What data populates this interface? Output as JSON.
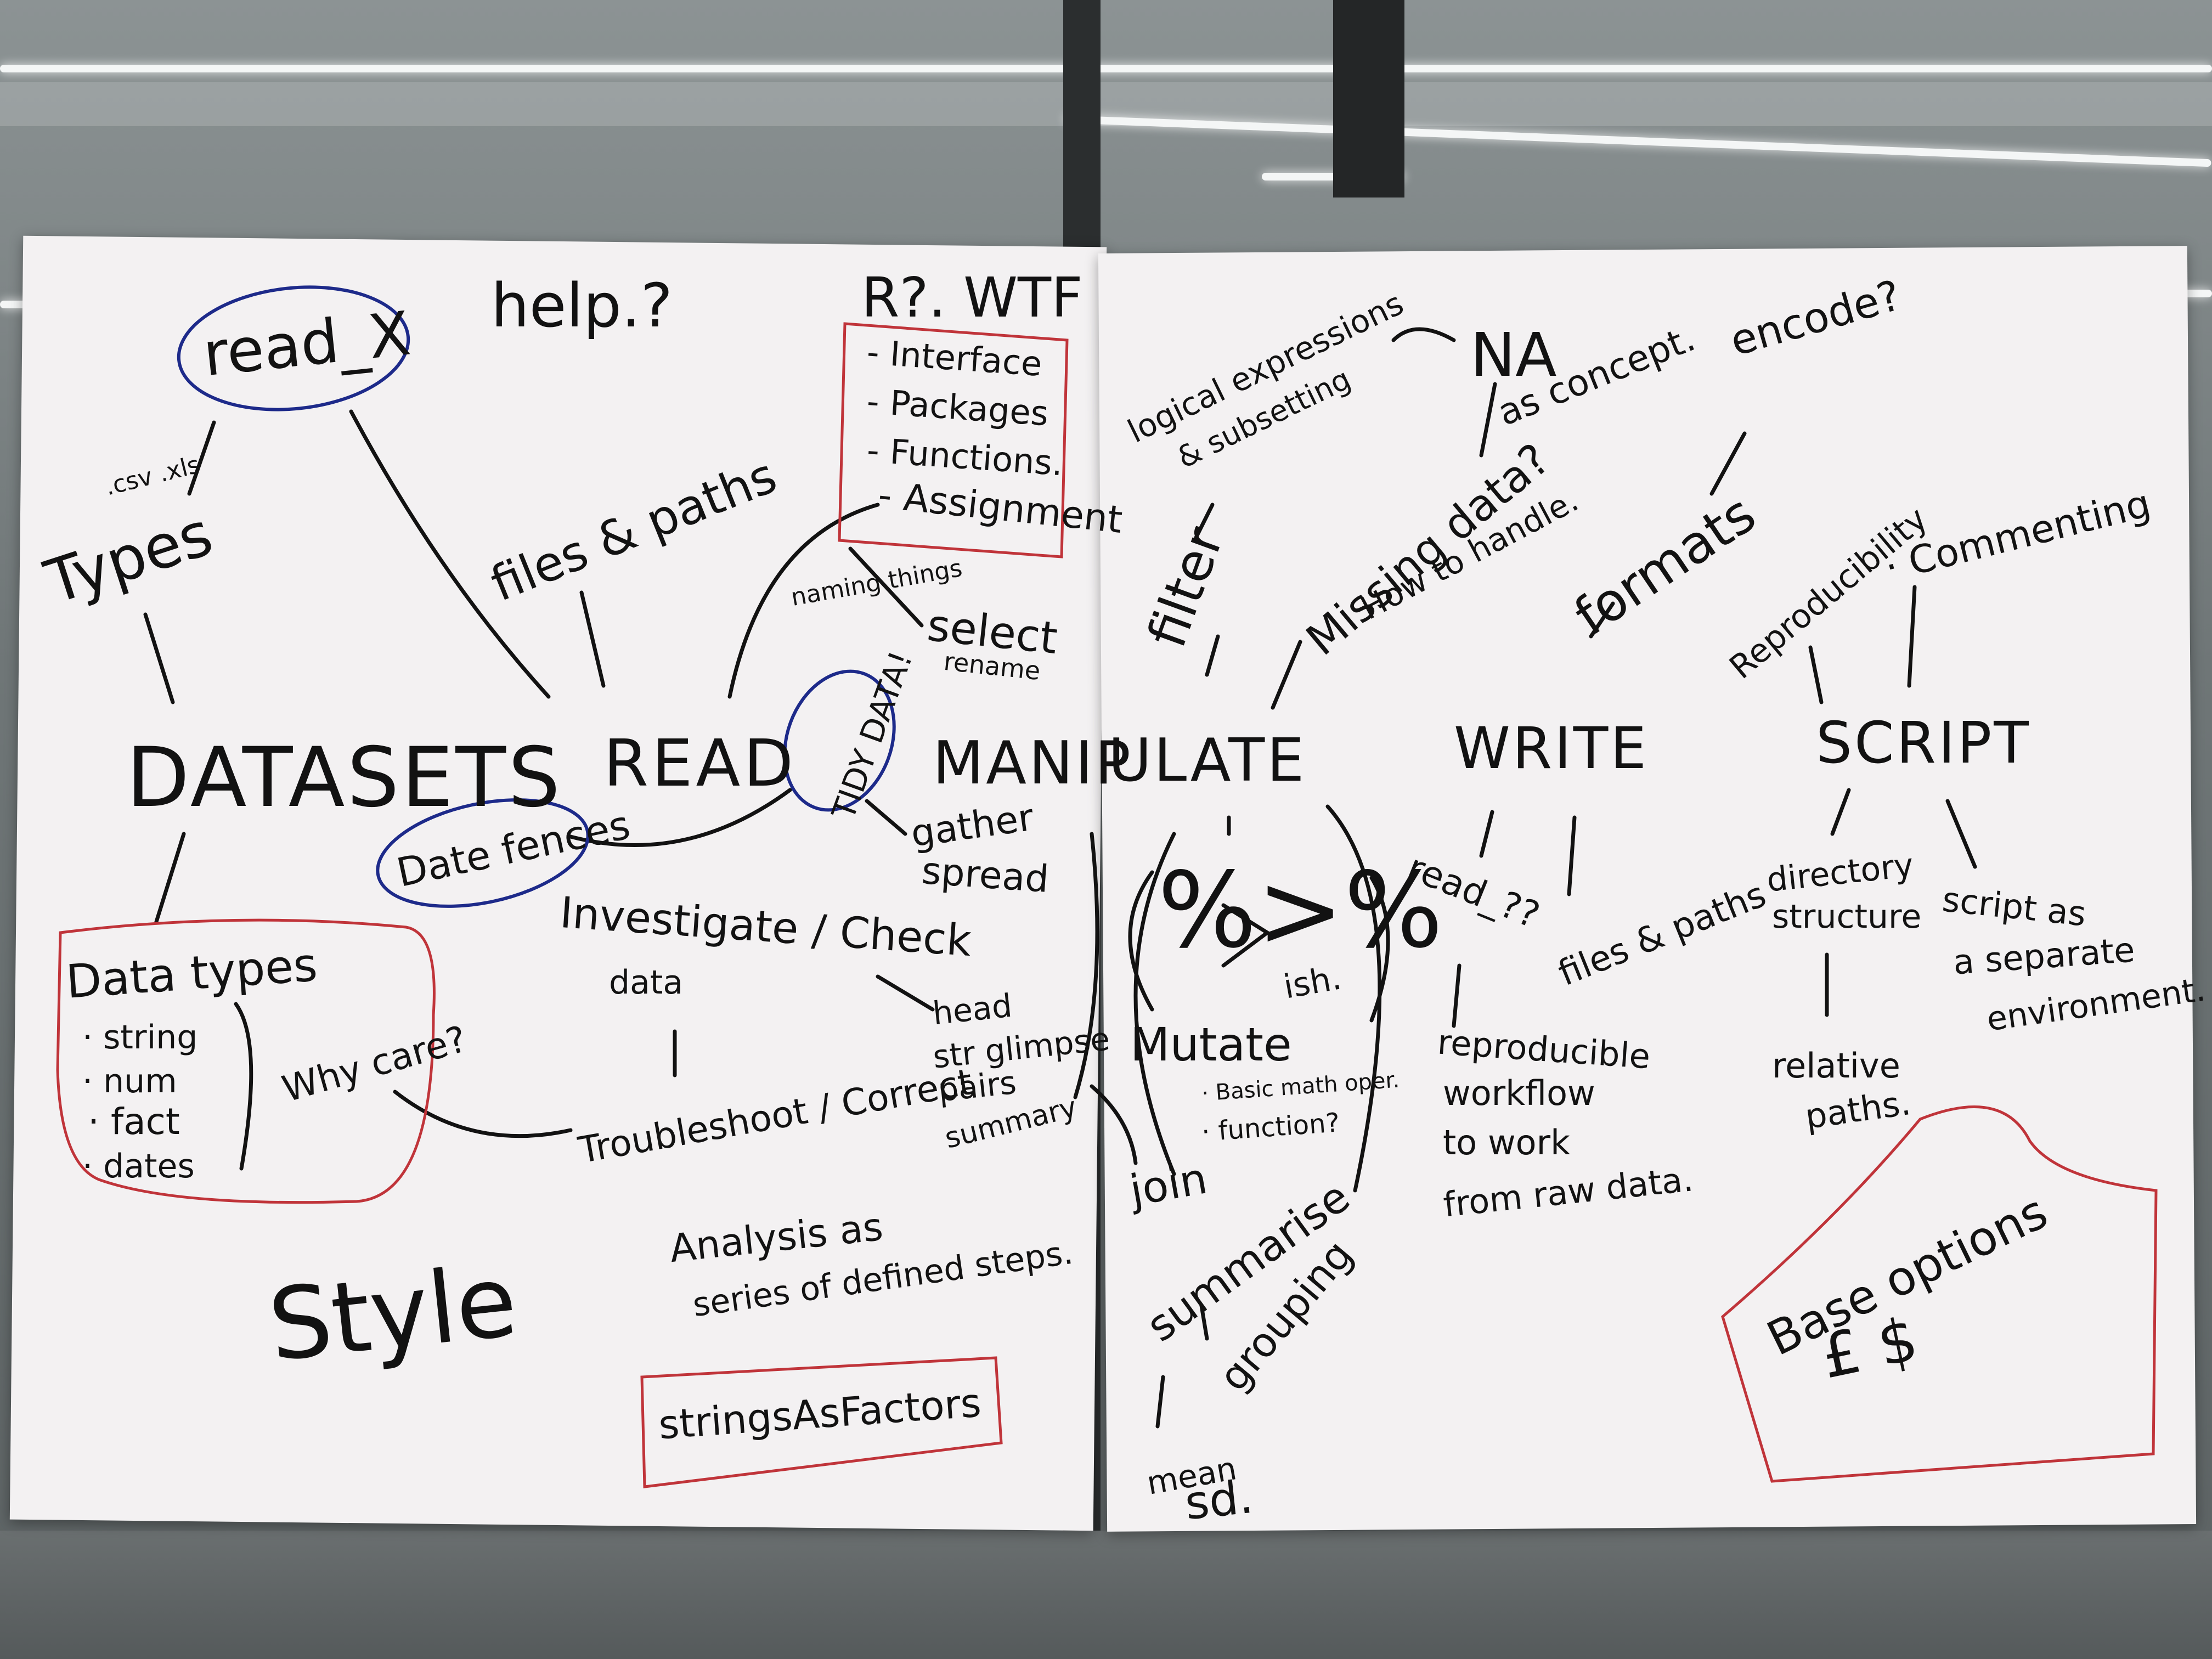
{
  "colors": {
    "ink": "#121212",
    "red_pen": "#c0343a",
    "blue_pen": "#1d2a8a",
    "paper": "#f3f1f2"
  },
  "left_sheet": {
    "read_x": "read_X",
    "help": "help.?",
    "r_wtf": "R?. WTF",
    "r_list": [
      "- Interface",
      "- Packages",
      "- Functions.",
      "- Assignment"
    ],
    "csv_xls": ".csv .xls",
    "types": "Types",
    "files_paths": "files & paths",
    "naming_things": "naming things",
    "select_rename": [
      "select",
      "rename"
    ],
    "datasets": "DATASETS",
    "read": "READ",
    "tidy_data": "TIDY DATA!",
    "manip": "MANIP",
    "date_fences": "Date fences",
    "gather_spread": [
      "gather",
      "spread"
    ],
    "data_types": [
      "Data types",
      "· string",
      "· num",
      "· fact",
      "· dates"
    ],
    "why_care": "Why care?",
    "investigate": "Investigate / Check",
    "investigate_2": "data",
    "head_list": [
      "head",
      "str glimpse",
      "pairs",
      "summary"
    ],
    "troubleshoot": "Troubleshoot / Correct",
    "analysis": "Analysis as",
    "analysis_2": "series of defined steps.",
    "style": "Style",
    "strings_as_factors": "stringsAsFactors"
  },
  "right_sheet": {
    "logical": "logical expressions",
    "subsetting": "& subsetting",
    "na": "NA",
    "as_concept": "as concept.",
    "encode": "encode?",
    "filter": "filter",
    "missing_data": "Missing data?",
    "how_handle": "How to handle.",
    "formats": "formats",
    "reproducibility": "Reproducibility",
    "commenting": "· Commenting",
    "ulate": "ULATE",
    "write": "WRITE",
    "script": "SCRIPT",
    "pipe": "%>%",
    "ish": "ish.",
    "read_rds": "read_??",
    "files_paths": "files & paths",
    "directory": [
      "directory",
      "structure"
    ],
    "script_env": [
      "script as",
      "a separate",
      "environment."
    ],
    "mutate": "Mutate",
    "mutate_list": [
      "· Basic math oper.",
      "· function?"
    ],
    "reproducible": [
      "reproducible",
      "workflow",
      "to work",
      "from raw data."
    ],
    "relative_paths": [
      "relative",
      "paths."
    ],
    "join": "join",
    "summarise": "summarise",
    "grouping": "grouping",
    "mean_sd": [
      "mean",
      "sd."
    ],
    "base_options": "Base options",
    "currency": "£ $"
  }
}
